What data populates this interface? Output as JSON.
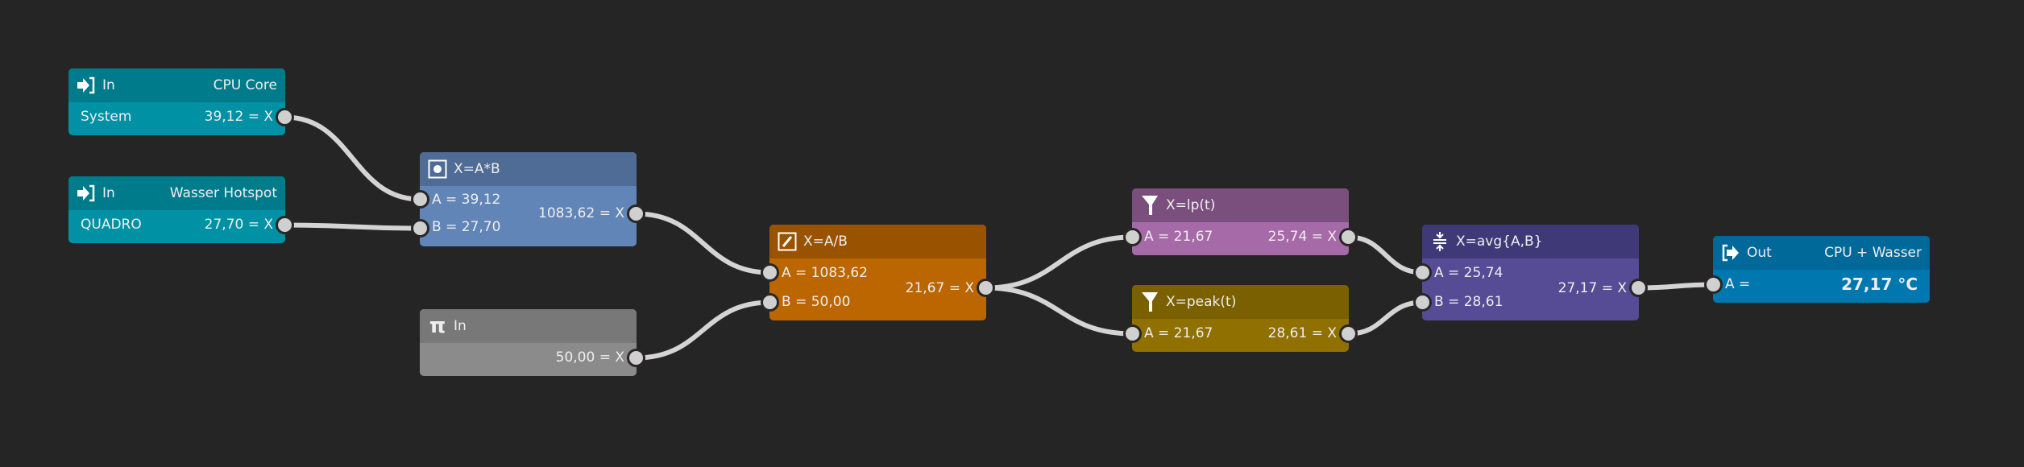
{
  "nodes": {
    "in_cpu": {
      "type": "In",
      "title": "CPU Core",
      "source": "System",
      "value": "39,12 = X",
      "header": "#007b8b",
      "body": "#0091a4"
    },
    "in_water": {
      "type": "In",
      "title": "Wasser Hotspot",
      "source": "QUADRO",
      "value": "27,70 = X",
      "header": "#007b8b",
      "body": "#0091a4"
    },
    "mul": {
      "title": "X=A*B",
      "a": "A = 39,12",
      "b": "B = 27,70",
      "value": "1083,62 = X",
      "header": "#4e6c95",
      "body": "#6285b8"
    },
    "const": {
      "type": "In",
      "value": "50,00 = X",
      "header": "#787878",
      "body": "#8b8b8b"
    },
    "div": {
      "title": "X=A/B",
      "a": "A = 1083,62",
      "b": "B = 50,00",
      "value": "21,67 = X",
      "header": "#995200",
      "body": "#bb6600"
    },
    "lp": {
      "title": "X=lp(t)",
      "a": "A = 21,67",
      "value": "25,74 = X",
      "header": "#7a4f7d",
      "body": "#a66aa9"
    },
    "peak": {
      "title": "X=peak(t)",
      "a": "A = 21,67",
      "value": "28,61 = X",
      "header": "#7b6000",
      "body": "#8f7000"
    },
    "avg": {
      "title": "X=avg{A,B}",
      "a": "A = 25,74",
      "b": "B = 28,61",
      "value": "27,17 = X",
      "header": "#3f3a77",
      "body": "#564b95"
    },
    "out": {
      "type": "Out",
      "title": "CPU + Wasser",
      "a": "A =",
      "value": "27,17 °C",
      "header": "#00699a",
      "body": "#0077ae"
    }
  },
  "edges": [
    [
      "in_cpu-out",
      "mul-a"
    ],
    [
      "in_water-out",
      "mul-b"
    ],
    [
      "mul-out",
      "div-a"
    ],
    [
      "const-out",
      "div-b"
    ],
    [
      "div-out",
      "lp-a"
    ],
    [
      "div-out",
      "peak-a"
    ],
    [
      "lp-out",
      "avg-a"
    ],
    [
      "peak-out",
      "avg-b"
    ],
    [
      "avg-out",
      "out-a"
    ]
  ],
  "wire_color": "#d4d4d4"
}
